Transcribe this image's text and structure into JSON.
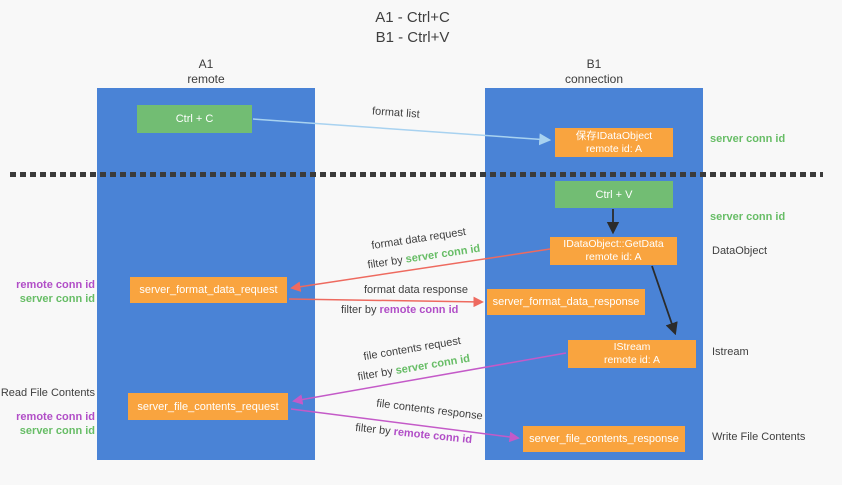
{
  "title": {
    "line1": "A1 - Ctrl+C",
    "line2": "B1 - Ctrl+V"
  },
  "columns": {
    "left": {
      "name": "A1",
      "role": "remote"
    },
    "right": {
      "name": "B1",
      "role": "connection"
    }
  },
  "boxes": {
    "ctrl_c": {
      "label": "Ctrl + C"
    },
    "save_idataobject": {
      "line1": "保存IDataObject",
      "line2": "remote id: A"
    },
    "ctrl_v": {
      "label": "Ctrl + V"
    },
    "getdata": {
      "line1": "IDataObject::GetData",
      "line2": "remote id: A"
    },
    "format_request": {
      "label": "server_format_data_request"
    },
    "format_response": {
      "label": "server_format_data_response"
    },
    "istream": {
      "line1": "IStream",
      "line2": "remote id: A"
    },
    "file_request": {
      "label": "server_file_contents_request"
    },
    "file_response": {
      "label": "server_file_contents_response"
    }
  },
  "arrow_labels": {
    "format_list": "format list",
    "format_data_request": "format data request",
    "format_data_response": "format data response",
    "file_contents_request": "file contents request",
    "file_contents_response": "file contents response",
    "filter_by": "filter by ",
    "server_conn_id": "server conn id",
    "remote_conn_id": "remote conn id"
  },
  "side_labels": {
    "read_file_contents": "Read File Contents",
    "write_file_contents": "Write File Contents",
    "dataobject": "DataObject",
    "istream": "Istream",
    "remote_conn_id": "remote conn id",
    "server_conn_id": "server conn id"
  },
  "colors": {
    "column_blue": "#4a83d6",
    "box_green": "#72bd73",
    "box_orange": "#f9a43f",
    "label_green": "#67bd66",
    "label_purple": "#b14ec7",
    "arrow_red": "#ee6a5f",
    "arrow_magenta": "#c45ac8",
    "arrow_lightblue": "#a8d2f0",
    "arrow_black": "#2b2b2b",
    "divider_dots": "#3b3b3b"
  }
}
